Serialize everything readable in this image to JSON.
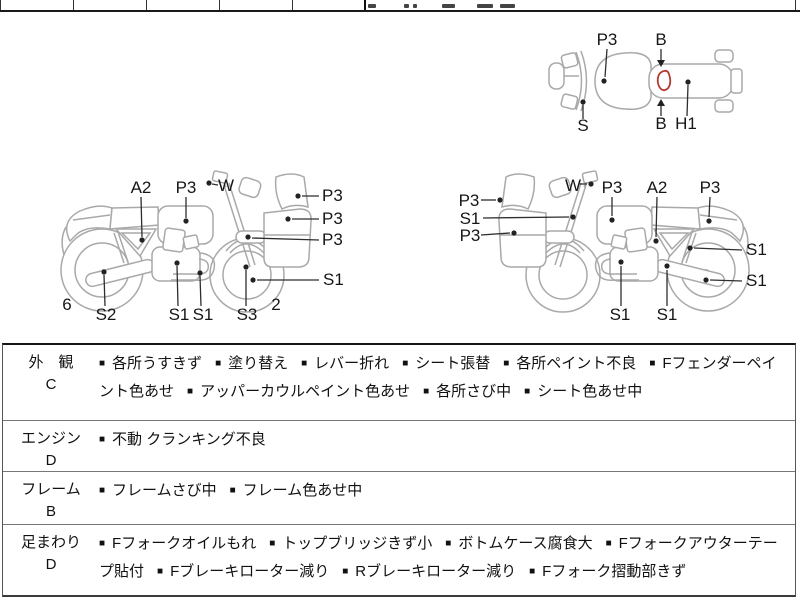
{
  "colors": {
    "damage_mark": "#b23a30",
    "diagram_line": "#a9a9a9"
  },
  "diagrams": {
    "top_view": {
      "p3": "P3",
      "b_top": "B",
      "s": "S",
      "b_bottom": "B",
      "h1": "H1"
    },
    "left_side": {
      "a2": "A2",
      "p3_tank": "P3",
      "w": "W",
      "p3_windscreen": "P3",
      "p3_cowl": "P3",
      "p3_front": "P3",
      "s1_front_wheel": "S1",
      "num_left": "6",
      "s2_muffler": "S2",
      "s1_engine": "S1",
      "s1_frame": "S1",
      "s3_fork": "S3",
      "num_right": "2"
    },
    "right_side": {
      "p3_windscreen": "P3",
      "s1_fork": "S1",
      "p3_cowl": "P3",
      "w": "W",
      "p3_tank": "P3",
      "a2": "A2",
      "p3_seat": "P3",
      "s1_shock": "S1",
      "s1_rear_wheel": "S1",
      "s1_engine": "S1",
      "s1_muffler": "S1"
    }
  },
  "inspection_table": {
    "bullet": "■",
    "rows": [
      {
        "category": "外　観",
        "grade": "C",
        "items": [
          "各所うすきず",
          "塗り替え",
          "レバー折れ",
          "シート張替",
          "各所ペイント不良",
          "Fフェンダーペイント色あせ",
          "アッパーカウルペイント色あせ",
          "各所さび中",
          "シート色あせ中"
        ]
      },
      {
        "category": "エンジン",
        "grade": "D",
        "items": [
          "不動 クランキング不良"
        ]
      },
      {
        "category": "フレーム",
        "grade": "B",
        "items": [
          "フレームさび中",
          "フレーム色あせ中"
        ]
      },
      {
        "category": "足まわり",
        "grade": "D",
        "items": [
          "Fフォークオイルもれ",
          "トップブリッジきず小",
          "ボトムケース腐食大",
          "Fフォークアウターテープ貼付",
          "Fブレーキローター減り",
          "Rブレーキローター減り",
          "Fフォーク摺動部きず"
        ]
      }
    ]
  }
}
